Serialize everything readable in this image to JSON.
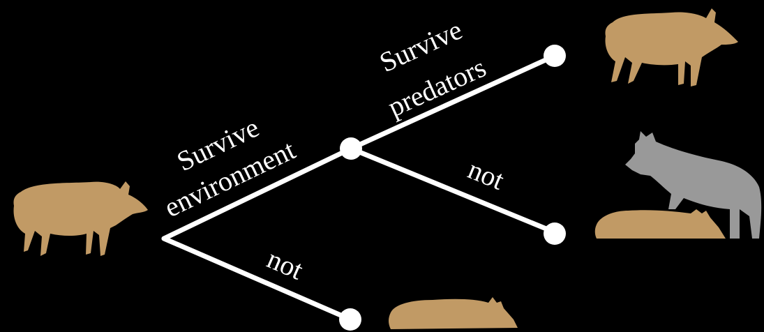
{
  "colors": {
    "background": "#000000",
    "branch": "#ffffff",
    "node": "#ffffff",
    "elk": "#c19a65",
    "wolf": "#999999"
  },
  "labels": {
    "survive_environment_line1": "Survive",
    "survive_environment_line2": "environment",
    "survive_predators_line1": "Survive",
    "survive_predators_line2": "predators",
    "not_environment": "not",
    "not_predators": "not"
  },
  "icons": {
    "start": "elk-calf-standing-icon",
    "survived": "elk-calf-standing-icon",
    "killed_by_predator": "wolf-over-dead-elk-icon",
    "died_environment": "dead-elk-calf-icon"
  }
}
